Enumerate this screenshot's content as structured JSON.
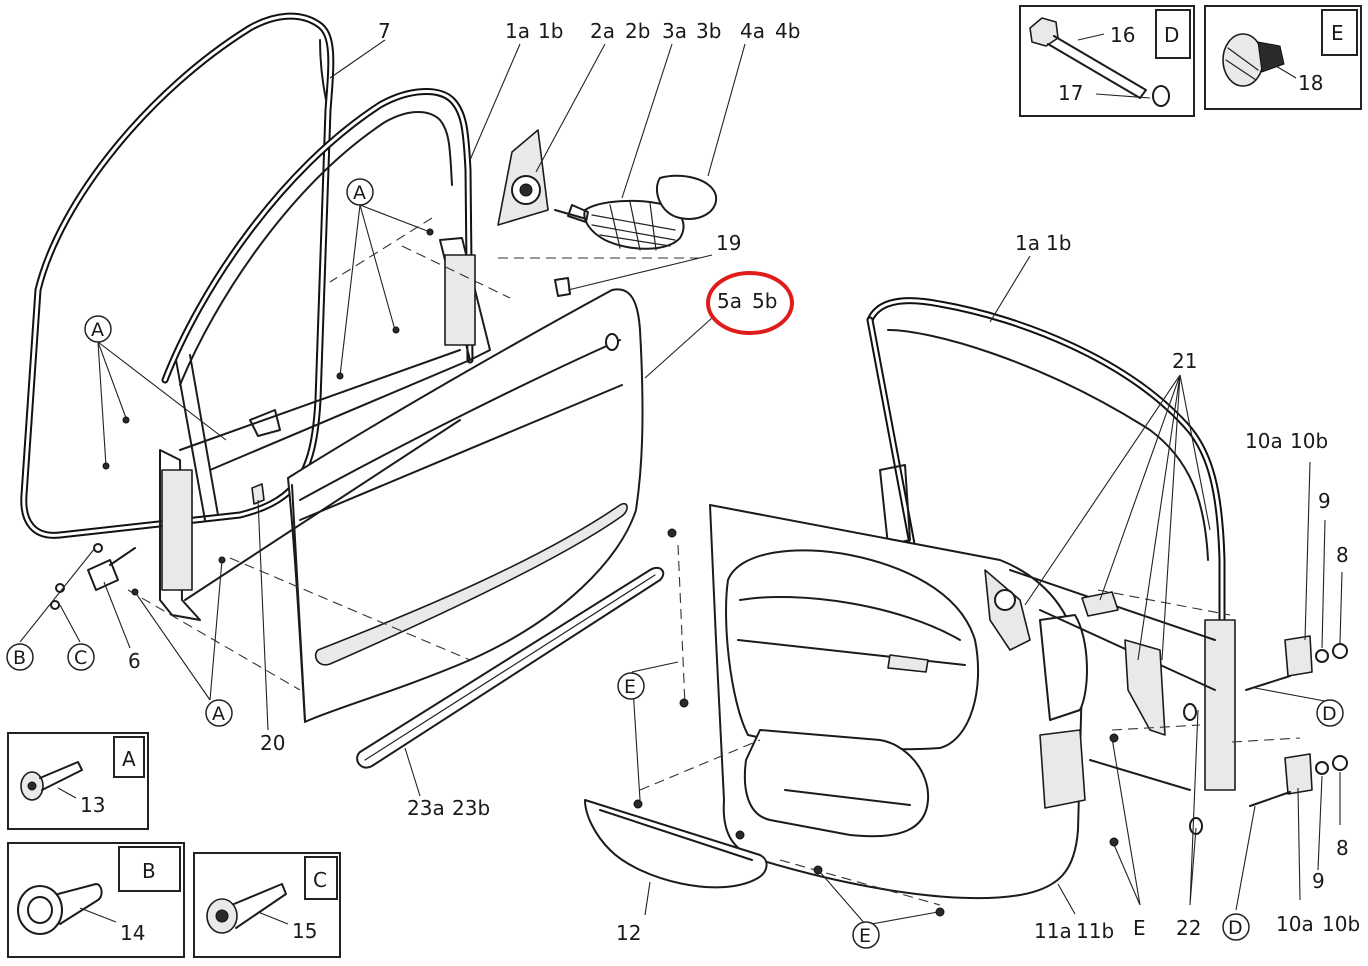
{
  "labels": {
    "l7": "7",
    "l1a_top": "1a",
    "l1b_top": "1b",
    "l2a": "2a",
    "l2b": "2b",
    "l3a": "3a",
    "l3b": "3b",
    "l4a": "4a",
    "l4b": "4b",
    "l19": "19",
    "l5a": "5a",
    "l5b": "5b",
    "l1a_right": "1a",
    "l1b_right": "1b",
    "l21": "21",
    "l10a_top": "10a",
    "l10b_top": "10b",
    "l9_top": "9",
    "l8_top": "8",
    "l8_bottom": "8",
    "l9_bottom": "9",
    "l10a_bottom": "10a",
    "l10b_bottom": "10b",
    "l11a": "11a",
    "l11b": "11b",
    "l22": "22",
    "l12": "12",
    "l23a": "23a",
    "l23b": "23b",
    "l20": "20",
    "l6": "6",
    "l13": "13",
    "l14": "14",
    "l15": "15",
    "l16": "16",
    "l17": "17",
    "l18": "18"
  },
  "callouts": {
    "c_A1": "A",
    "c_A2": "A",
    "c_A3": "A",
    "c_B": "B",
    "c_C": "C",
    "c_E1": "E",
    "c_E2": "E",
    "c_D1": "D",
    "c_D2": "D"
  },
  "plain_letters": {
    "E_bottom": "E"
  },
  "inset_boxes": {
    "A": "A",
    "B": "B",
    "C": "C",
    "D": "D",
    "E": "E"
  },
  "highlight": {
    "color": "#e01b1b",
    "target": "5a 5b"
  }
}
